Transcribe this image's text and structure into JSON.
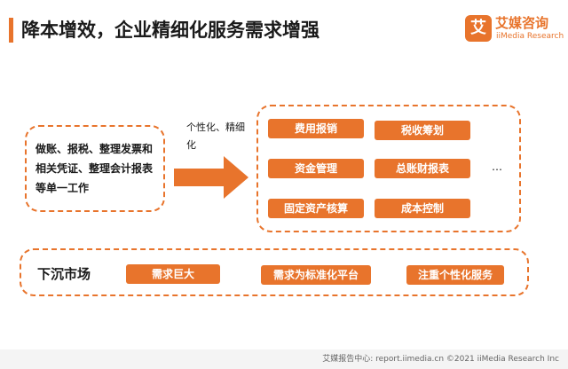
{
  "header": {
    "title": "降本增效，企业精细化服务需求增强",
    "logo_mark": "艾",
    "logo_cn": "艾媒咨询",
    "logo_en": "iiMedia Research"
  },
  "left": {
    "text": "做账、报税、整理发票和相关凭证、整理会计报表等单一工作"
  },
  "arrow": {
    "label": "个性化、精细化"
  },
  "services": {
    "items": [
      "费用报销",
      "税收筹划",
      "资金管理",
      "总账财报表",
      "固定资产核算",
      "成本控制"
    ],
    "ellipsis": "…"
  },
  "market": {
    "label": "下沉市场",
    "items": [
      "需求巨大",
      "需求为标准化平台",
      "注重个性化服务"
    ]
  },
  "footer": {
    "text": "艾媒报告中心: report.iimedia.cn ©2021  iiMedia Research  Inc"
  },
  "colors": {
    "accent": "#e8742c"
  }
}
